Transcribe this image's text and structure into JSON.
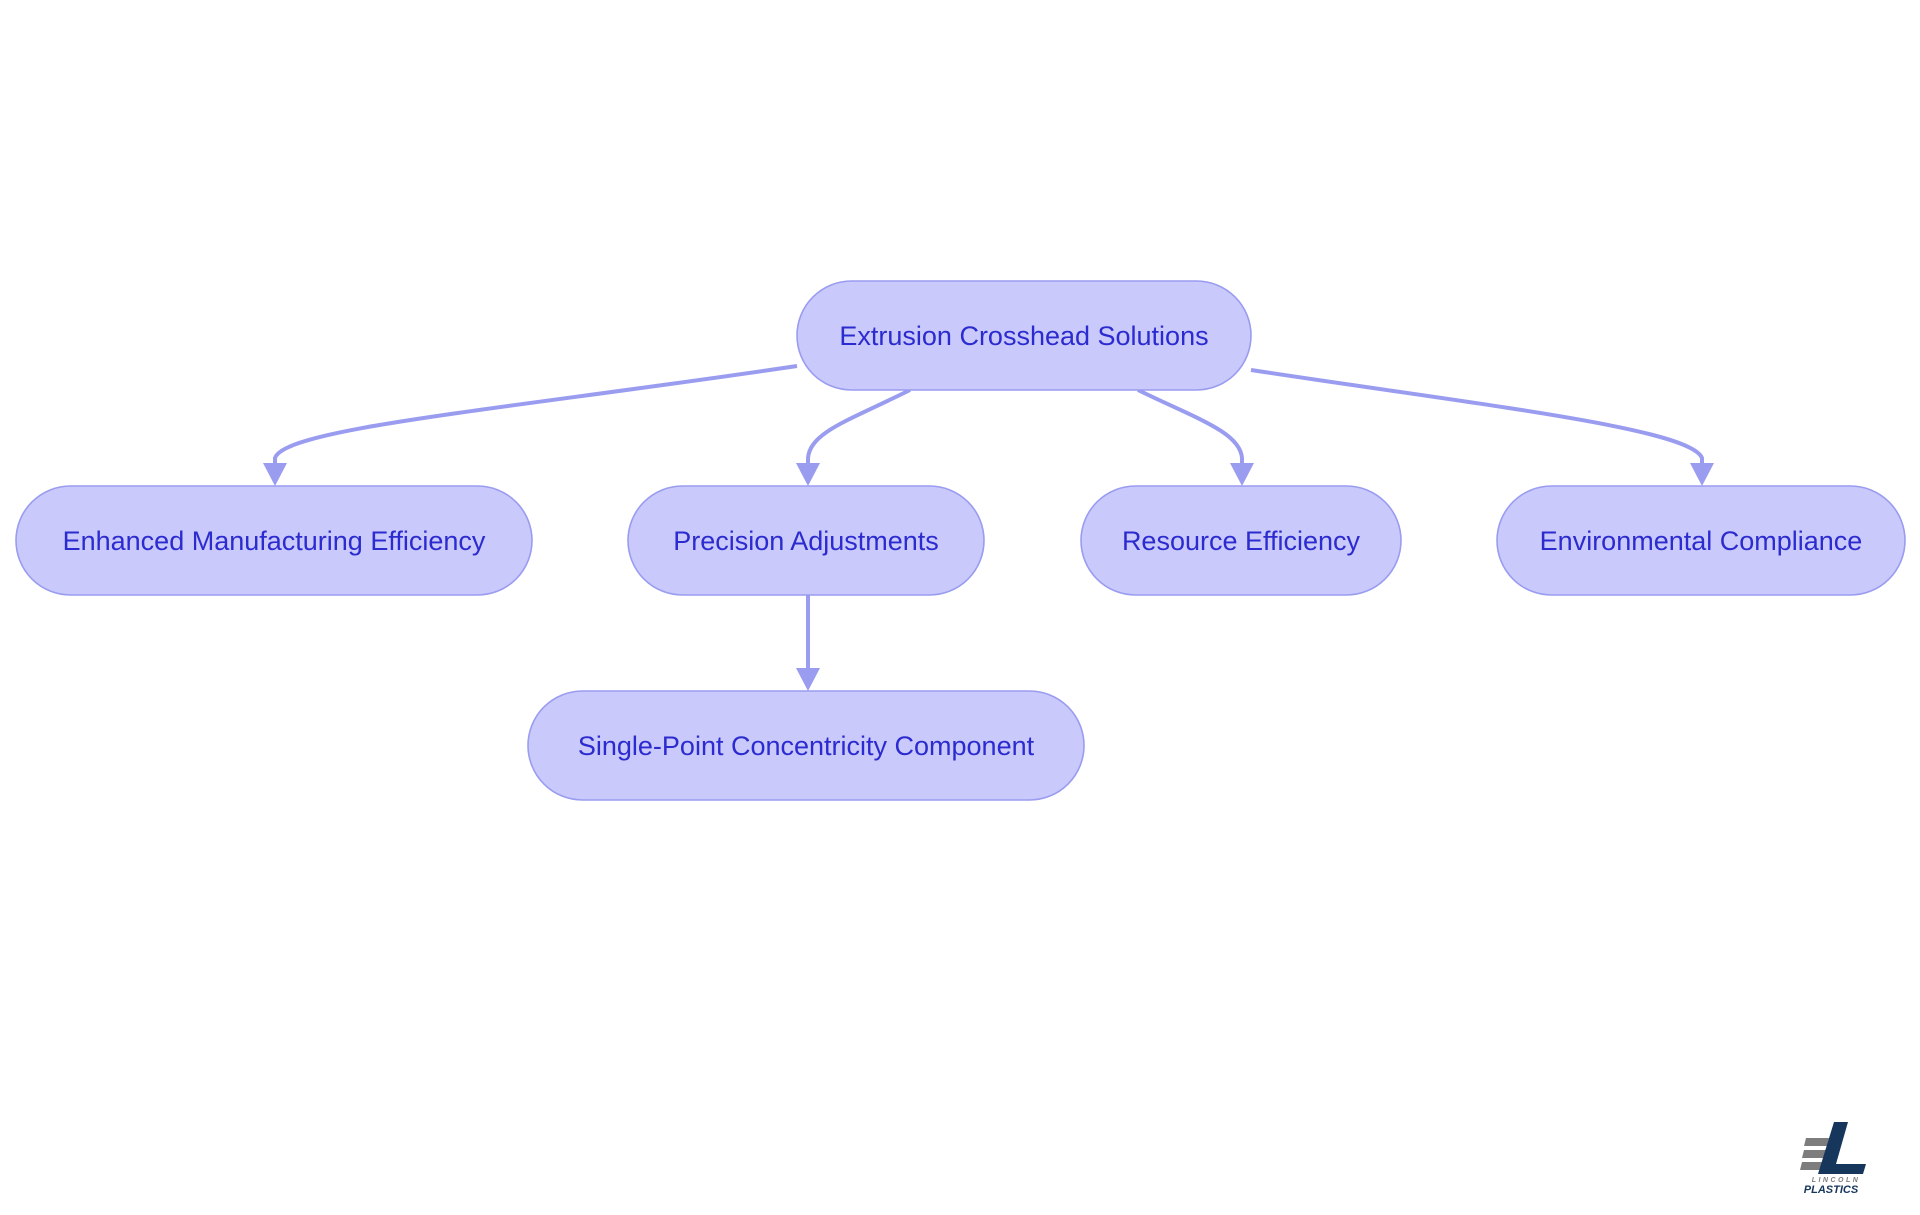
{
  "diagram": {
    "type": "flowchart",
    "colors": {
      "node_fill": "#c9c9fb",
      "node_border": "#9a9cf0",
      "node_text": "#2b2bcf",
      "edge": "#9a9cf0"
    },
    "nodes": {
      "root": {
        "label": "Extrusion Crosshead Solutions"
      },
      "manufacturing": {
        "label": "Enhanced Manufacturing Efficiency"
      },
      "precision": {
        "label": "Precision Adjustments"
      },
      "resource": {
        "label": "Resource Efficiency"
      },
      "environmental": {
        "label": "Environmental Compliance"
      },
      "concentricity": {
        "label": "Single-Point Concentricity Component"
      }
    },
    "edges": [
      {
        "from": "Extrusion Crosshead Solutions",
        "to": "Enhanced Manufacturing Efficiency"
      },
      {
        "from": "Extrusion Crosshead Solutions",
        "to": "Precision Adjustments"
      },
      {
        "from": "Extrusion Crosshead Solutions",
        "to": "Resource Efficiency"
      },
      {
        "from": "Extrusion Crosshead Solutions",
        "to": "Environmental Compliance"
      },
      {
        "from": "Precision Adjustments",
        "to": "Single-Point Concentricity Component"
      }
    ]
  },
  "logo": {
    "line1": "LINCOLN",
    "line2": "PLASTICS",
    "colors": {
      "navy": "#16365c",
      "gray": "#7d7d7d"
    }
  }
}
